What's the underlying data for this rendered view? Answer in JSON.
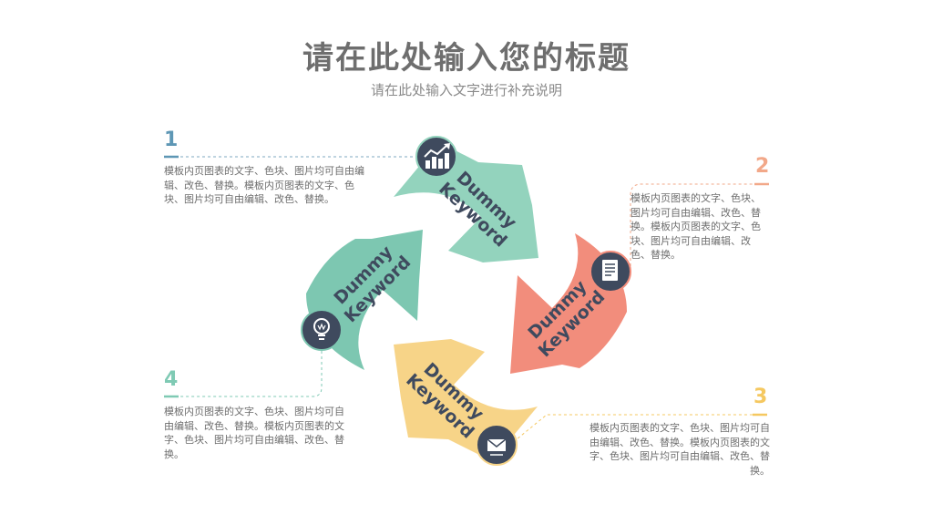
{
  "title": "请在此处输入您的标题",
  "subtitle": "请在此处输入文字进行补充说明",
  "colors": {
    "teal": "#93d3bd",
    "teal_dark": "#7dc7b1",
    "salmon": "#f28d7c",
    "yellow": "#f7d488",
    "navy": "#3f4a5e",
    "num1": "#5e97b5",
    "num2": "#f2a889",
    "num3": "#f5c860",
    "num4": "#7fcab4"
  },
  "steps": [
    {
      "number": "1",
      "keyword_line1": "Dummy",
      "keyword_line2": "Keyword",
      "icon": "chart-icon",
      "text": "模板内页图表的文字、色块、图片均可自由编辑、改色、替换。模板内页图表的文字、色块、图片均可自由编辑、改色、替换。"
    },
    {
      "number": "2",
      "keyword_line1": "Dummy",
      "keyword_line2": "Keyword",
      "icon": "document-icon",
      "text": "模板内页图表的文字、色块、图片均可自由编辑、改色、替换。模板内页图表的文字、色块、图片均可自由编辑、改色、替换。"
    },
    {
      "number": "3",
      "keyword_line1": "Dummy",
      "keyword_line2": "Keyword",
      "icon": "envelope-icon",
      "text": "模板内页图表的文字、色块、图片均可自由编辑、改色、替换。模板内页图表的文字、色块、图片均可自由编辑、改色、替换。"
    },
    {
      "number": "4",
      "keyword_line1": "Dummy",
      "keyword_line2": "Keyword",
      "icon": "lightbulb-icon",
      "text": "模板内页图表的文字、色块、图片均可自由编辑、改色、替换。模板内页图表的文字、色块、图片均可自由编辑、改色、替换。"
    }
  ]
}
